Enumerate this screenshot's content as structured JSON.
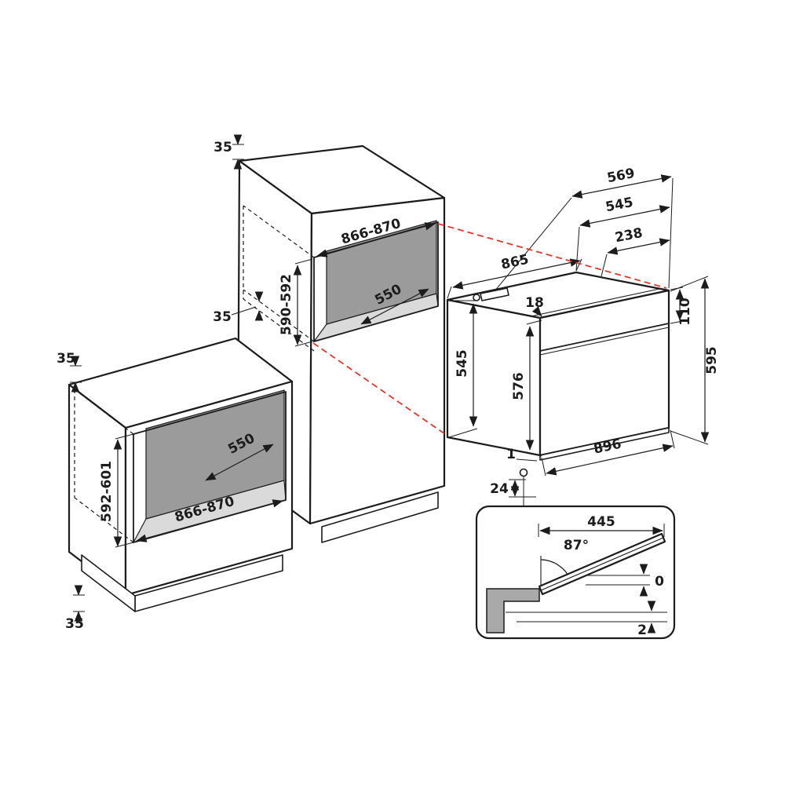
{
  "colors": {
    "line": "#1c1c1c",
    "red-guide": "#e5352b",
    "niche-back": "#9b9b9b",
    "niche-floor": "#dadada",
    "detail-gray": "#a9a9a9",
    "bg": "#ffffff"
  },
  "labels": {
    "upper_cabinet": {
      "top_clearance_mm": "35",
      "niche_width_mm": "866-870",
      "niche_height_mm": "590-592",
      "niche_depth_mm": "550",
      "side_clearance_mm": "35"
    },
    "base_cabinet": {
      "top_clearance_mm": "35",
      "niche_depth_mm": "550",
      "niche_height_mm": "592-601",
      "niche_width_mm": "866-870",
      "bottom_clearance_mm": "35"
    },
    "oven": {
      "body_width_mm": "865",
      "total_depth_mm": "569",
      "body_depth_mm": "545",
      "partial_depth_mm": "238",
      "front_lip_mm": "18",
      "panel_height_mm": "110",
      "total_height_mm": "595",
      "body_height_mm": "545",
      "front_height_mm": "576",
      "front_width_mm": "896",
      "top_gap_mm": "1",
      "bottom_gap_mm": "24"
    },
    "door_detail": {
      "door_depth_mm": "445",
      "opening_angle": "87°",
      "gap_min_mm": "0",
      "gap_step_mm": "2"
    }
  }
}
